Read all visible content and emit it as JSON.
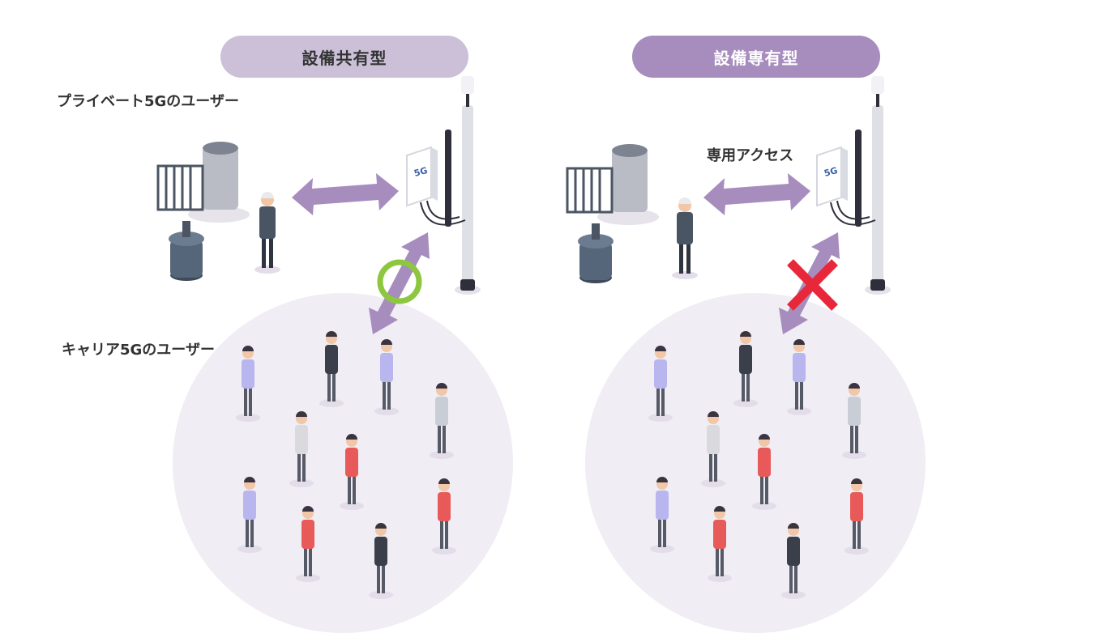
{
  "panels": {
    "shared": {
      "title": "設備共有型",
      "private_users_label": "プライベート5Gのユーザー",
      "carrier_users_label": "キャリア5Gのユーザー",
      "antenna_text": "5G",
      "carrier_access_mark": "ok"
    },
    "dedicated": {
      "title": "設備専有型",
      "access_label": "専用アクセス",
      "antenna_text": "5G",
      "carrier_access_mark": "denied"
    }
  },
  "colors": {
    "shared_pill": "#cbc0d8",
    "dedicated_pill": "#a68dbe",
    "arrow": "#a68dbe",
    "crowd_circle": "#f0edf4",
    "ok_mark": "#8dc63f",
    "deny_mark": "#e8283a"
  }
}
